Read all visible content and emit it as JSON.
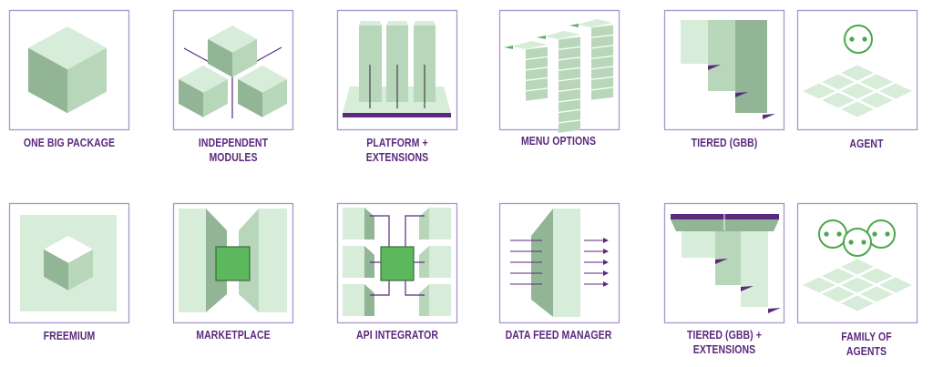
{
  "colors": {
    "border": "#a596cf",
    "light": "#d7ecd9",
    "mid": "#b8d6ba",
    "dark": "#91b595",
    "bright": "#5cb85c",
    "purple": "#5b2a7e",
    "agent": "#4aa84a"
  },
  "models": [
    {
      "id": "one-big-package",
      "label_lines": [
        "ONE BIG PACKAGE"
      ]
    },
    {
      "id": "independent-modules",
      "label_lines": [
        "INDEPENDENT",
        "MODULES"
      ]
    },
    {
      "id": "platform-extensions",
      "label_lines": [
        "PLATFORM +",
        "EXTENSIONS"
      ]
    },
    {
      "id": "menu-options",
      "label_lines": [
        "MENU OPTIONS"
      ]
    },
    {
      "id": "tiered-gbb",
      "label_lines": [
        "TIERED (GBB)"
      ]
    },
    {
      "id": "agent",
      "label_lines": [
        "AGENT"
      ]
    },
    {
      "id": "freemium",
      "label_lines": [
        "FREEMIUM"
      ]
    },
    {
      "id": "marketplace",
      "label_lines": [
        "MARKETPLACE"
      ]
    },
    {
      "id": "api-integrator",
      "label_lines": [
        "API INTEGRATOR"
      ]
    },
    {
      "id": "data-feed-manager",
      "label_lines": [
        "DATA FEED MANAGER"
      ]
    },
    {
      "id": "tiered-gbb-extensions",
      "label_lines": [
        "TIERED (GBB) +",
        "EXTENSIONS"
      ]
    },
    {
      "id": "family-of-agents",
      "label_lines": [
        "FAMILY OF",
        "AGENTS"
      ]
    }
  ]
}
